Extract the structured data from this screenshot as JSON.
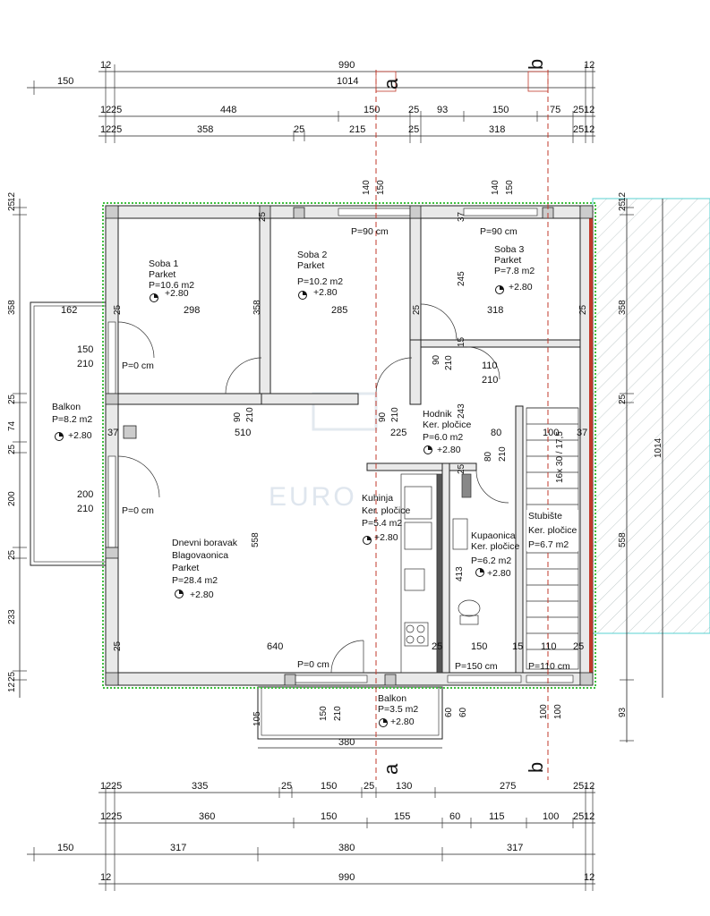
{
  "plan": {
    "axis_labels": {
      "a": "a",
      "b": "b"
    },
    "watermark": "EURO",
    "top_dims": {
      "r1": [
        "12",
        "990",
        "12"
      ],
      "r2": [
        "150",
        "1014"
      ],
      "r3": [
        "12",
        "25",
        "448",
        "150",
        "25",
        "93",
        "150",
        "75",
        "25",
        "12"
      ],
      "r4": [
        "12",
        "25",
        "358",
        "25",
        "215",
        "25",
        "318",
        "25",
        "12"
      ]
    },
    "bottom_dims": {
      "r1": [
        "12",
        "25",
        "335",
        "25",
        "150",
        "25",
        "130",
        "275",
        "25",
        "12"
      ],
      "r2": [
        "12",
        "25",
        "360",
        "150",
        "155",
        "60",
        "115",
        "100",
        "25",
        "12"
      ],
      "r3": [
        "150",
        "317",
        "380",
        "317"
      ],
      "r4": [
        "12",
        "990",
        "12"
      ]
    },
    "left_dims": [
      "25",
      "12",
      "358",
      "25",
      "74",
      "25",
      "200",
      "25",
      "233",
      "25",
      "12"
    ],
    "right_dims": [
      "25",
      "12",
      "358",
      "25",
      "558",
      "93",
      "1014"
    ],
    "inner_dims": {
      "d140a": "140",
      "d150a": "150",
      "d140b": "140",
      "d150b": "150",
      "d25a": "25",
      "d37a": "37",
      "d245": "245",
      "w162": "162",
      "w298": "298",
      "w358": "358",
      "w285": "285",
      "w318": "318",
      "d25b": "25",
      "d25c": "25",
      "d25d": "25",
      "w150": "150",
      "h210a": "210",
      "w200": "200",
      "h210b": "210",
      "w90a": "90",
      "h210c": "210",
      "w90b": "90",
      "h210d": "210",
      "w90c": "90",
      "h210e": "210",
      "w110": "110",
      "h210f": "210",
      "d15": "15",
      "d37b": "37",
      "w510": "510",
      "w225": "225",
      "w80a": "80",
      "w80b": "80",
      "h210g": "210",
      "w100a": "100",
      "d37c": "37",
      "d243": "243",
      "d25e": "25",
      "h558": "558",
      "h413": "413",
      "w640": "640",
      "d25f": "25",
      "d25g": "25",
      "w150b": "150",
      "d15b": "15",
      "w110b": "110",
      "d25h": "25",
      "w105": "105",
      "w150c": "150",
      "h210h": "210",
      "w60a": "60",
      "w60b": "60",
      "w100b": "100",
      "w100c": "100",
      "w380": "380",
      "stairs": "16x 30 / 17,5"
    },
    "openings": {
      "p90a": "P=90 cm",
      "p90b": "P=90 cm",
      "p0a": "P=0 cm",
      "p0b": "P=0 cm",
      "p0c": "P=0 cm",
      "p150": "P=150 cm",
      "p110": "P=110 cm"
    },
    "rooms": [
      {
        "name": "Soba 1",
        "floor": "Parket",
        "area": "P=10.6 m2",
        "level": "+2.80"
      },
      {
        "name": "Soba 2",
        "floor": "Parket",
        "area": "P=10.2 m2",
        "level": "+2.80"
      },
      {
        "name": "Soba 3",
        "floor": "Parket",
        "area": "P=7.8 m2",
        "level": "+2.80"
      },
      {
        "name": "Balkon",
        "area": "P=8.2 m2",
        "level": "+2.80"
      },
      {
        "name": "Hodnik",
        "floor": "Ker. pločice",
        "area": "P=6.0 m2",
        "level": "+2.80"
      },
      {
        "name": "Kuhinja",
        "floor": "Ker. pločice",
        "area": "P=5.4 m2",
        "level": "+2.80"
      },
      {
        "name": "Kupaonica",
        "floor": "Ker. pločice",
        "area": "P=6.2 m2",
        "level": "+2.80"
      },
      {
        "name": "Stubište",
        "floor": "Ker. pločice",
        "area": "P=6.7 m2"
      },
      {
        "name": "Dnevni boravak",
        "floor2": "Blagovaonica",
        "floor": "Parket",
        "area": "P=28.4 m2",
        "level": "+2.80"
      },
      {
        "name": "Balkon",
        "area": "P=3.5 m2",
        "level": "+2.80"
      }
    ]
  }
}
